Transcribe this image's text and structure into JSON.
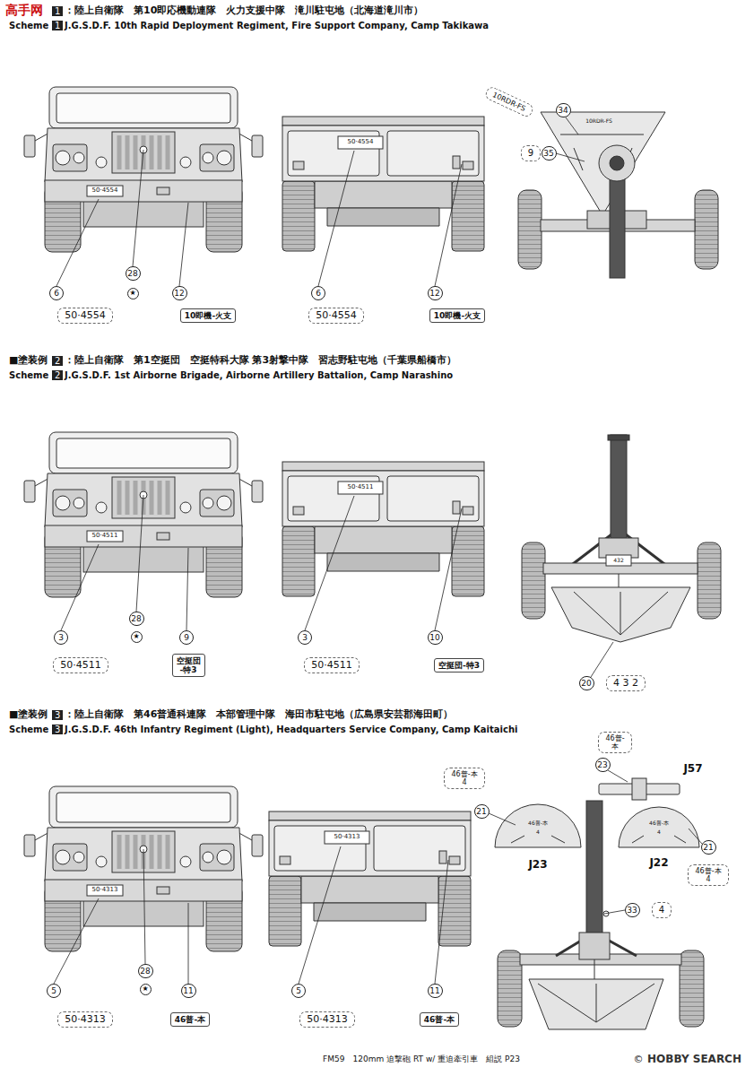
{
  "diagram": {
    "nodes": [
      {
        "text": [
          "6"
        ]
      },
      {
        "text": [
          "28"
        ]
      },
      {
        "text": [
          "12"
        ]
      },
      {
        "text": [
          "6"
        ]
      },
      {
        "text": [
          "12"
        ]
      },
      {
        "text": [
          "34"
        ]
      },
      {
        "text": [
          "9"
        ]
      },
      {
        "text": [
          "35"
        ]
      },
      {
        "text": [
          "10RDR-FS"
        ]
      },
      {
        "text": [
          "50·4554"
        ]
      },
      {
        "text": [
          "★"
        ]
      },
      {
        "text": [
          "10即機-火支"
        ]
      },
      {
        "text": [
          "50·4554"
        ]
      },
      {
        "text": [
          "10即機-火支"
        ]
      },
      {
        "text": [
          "3"
        ]
      },
      {
        "text": [
          "28"
        ]
      },
      {
        "text": [
          "9"
        ]
      },
      {
        "text": [
          "3"
        ]
      },
      {
        "text": [
          "10"
        ]
      },
      {
        "text": [
          "50·4511"
        ]
      },
      {
        "text": [
          "★"
        ]
      },
      {
        "text": [
          "空挺団 -特3"
        ]
      },
      {
        "text": [
          "50·4511"
        ]
      },
      {
        "text": [
          "空挺団-特3"
        ]
      },
      {
        "text": [
          "20"
        ]
      },
      {
        "text": [
          "4 3 2"
        ]
      },
      {
        "text": [
          "46普-本 4"
        ]
      },
      {
        "text": [
          "46普- 本"
        ]
      },
      {
        "text": [
          "23"
        ]
      },
      {
        "text": [
          "21"
        ]
      },
      {
        "text": [
          "21"
        ]
      },
      {
        "text": [
          "46普-本 4"
        ]
      },
      {
        "text": [
          "33"
        ]
      },
      {
        "text": [
          "4"
        ]
      },
      {
        "text": [
          "5"
        ]
      },
      {
        "text": [
          "28"
        ]
      },
      {
        "text": [
          "11"
        ]
      },
      {
        "text": [
          "5"
        ]
      },
      {
        "text": [
          "11"
        ]
      },
      {
        "text": [
          "50·4313"
        ]
      },
      {
        "text": [
          "★"
        ]
      },
      {
        "text": [
          "46普-本"
        ]
      },
      {
        "text": [
          "50·4313"
        ]
      },
      {
        "text": [
          "46普-本"
        ]
      }
    ],
    "labels": [
      "高手网",
      "1",
      "：陸上自衛隊　第10即応機動連隊　火力支援中隊　滝川駐屯地（北海道滝川市）",
      "Scheme",
      "1",
      "J.G.S.D.F. 10th Rapid Deployment Regiment, Fire Support Company, Camp Takikawa",
      "50·4554",
      "50·4554",
      "10RDR-FS",
      "■塗装例",
      "2",
      "：陸上自衛隊　第1空挺団　空挺特科大隊 第3射撃中隊　習志野駐屯地（千葉県船橋市）",
      "Scheme",
      "2",
      "J.G.S.D.F. 1st Airborne Brigade, Airborne Artillery Battalion, Camp Narashino",
      "50·4511",
      "50·4511",
      "432",
      "■塗装例",
      "3",
      "：陸上自衛隊　第46普通科連隊　本部管理中隊　海田市駐屯地（広島県安芸郡海田町）",
      "Scheme",
      "3",
      "J.G.S.D.F. 46th Infantry Regiment (Light), Headquarters Service Company, Camp Kaitaichi",
      "J57",
      "J23",
      "J22",
      "46普-本",
      "4",
      "46普-本",
      "4",
      "50·4313",
      "50·4313",
      "FM59　120mm 迫撃砲 RT w/ 重迫牽引車　組説 P23",
      "©",
      "HOBBY SEARCH"
    ]
  }
}
